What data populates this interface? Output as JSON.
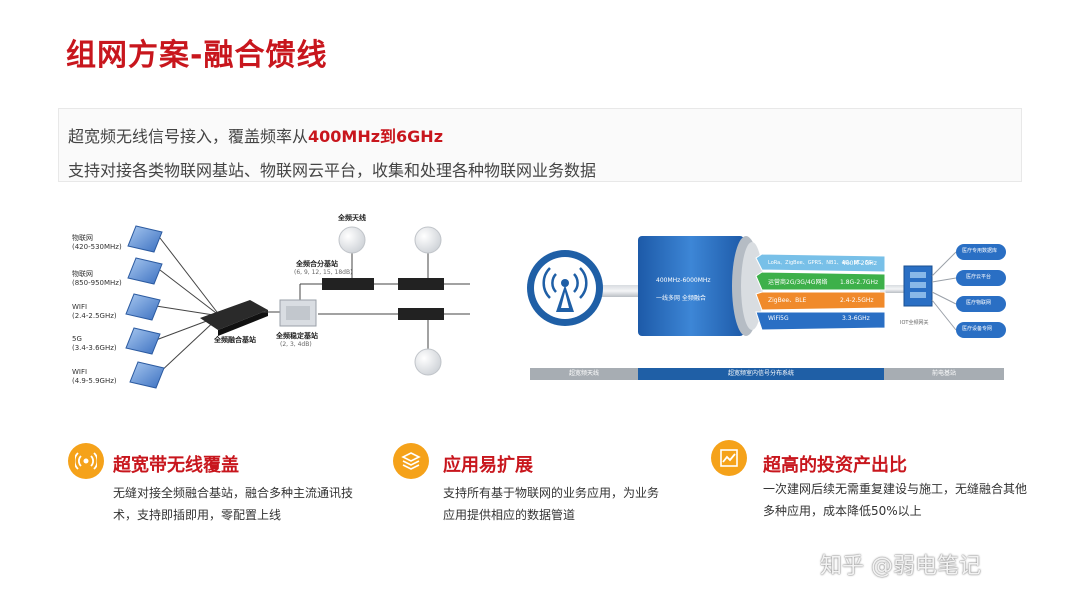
{
  "title": "组网方案-融合馈线",
  "intro": {
    "line1_prefix": "超宽频无线信号接入，覆盖频率从",
    "line1_highlight": "400MHz到6GHz",
    "line2": "支持对接各类物联网基站、物联网云平台，收集和处理各种物联网业务数据"
  },
  "left_diagram": {
    "devices": [
      {
        "name": "物联网",
        "band": "(420-530MHz)"
      },
      {
        "name": "物联网",
        "band": "(850-950MHz)"
      },
      {
        "name": "WIFI",
        "band": "(2.4-2.5GHz)"
      },
      {
        "name": "5G",
        "band": "(3.4-3.6GHz)"
      },
      {
        "name": "WIFI",
        "band": "(4.9-5.9GHz)"
      }
    ],
    "fusion_base_station": "全频融合基站",
    "splitter_label": "全频合分基站",
    "splitter_sub": "(6, 9, 12, 15, 18dB)",
    "stable_label": "全频稳定基站",
    "stable_sub": "(2, 3, 4dB)",
    "antenna_label": "全频天线"
  },
  "right_diagram": {
    "cable_text_1": "400MHz-6000MHz",
    "cable_text_2": "一线多网 全频融合",
    "bands": [
      {
        "name": "LoRa、ZigBee、GPRS、NB1、4G、BT、5G",
        "freq": "400M-2GHz",
        "color": "#78c0e8"
      },
      {
        "name": "运营商2G/3G/4G网络",
        "freq": "1.8G-2.7GHz",
        "color": "#3db04a"
      },
      {
        "name": "ZigBee、BLE",
        "freq": "2.4-2.5GHz",
        "color": "#f08a2b"
      },
      {
        "name": "WiFi5G",
        "freq": "3.3-6GHz",
        "color": "#2a6fc4"
      }
    ],
    "hub_label": "IOT全频网关",
    "outputs": [
      "医疗专用数据库",
      "医疗云平台",
      "医疗物联网",
      "医疗设备专网"
    ],
    "bottom_bar": [
      "超宽频天线",
      "超宽频室内信号分布系统",
      "前电基站"
    ]
  },
  "features": [
    {
      "icon": "signal-icon",
      "title": "超宽带无线覆盖",
      "desc": "无缝对接全频融合基站，融合多种主流通讯技术，支持即插即用，零配置上线"
    },
    {
      "icon": "layers-icon",
      "title": "应用易扩展",
      "desc": "支持所有基于物联网的业务应用，为业务应用提供相应的数据管道"
    },
    {
      "icon": "chart-icon",
      "title": "超高的投资产出比",
      "desc": "一次建网后续无需重复建设与施工，无缝融合其他多种应用，成本降低50%以上"
    }
  ],
  "watermark": "知乎 @弱电笔记",
  "colors": {
    "accent": "#c8161d",
    "icon_bg": "#f5a21a",
    "cable_blue": "#2b6fc0",
    "bar_blue": "#1f5fa6",
    "bar_gray": "#9ea4ab"
  }
}
